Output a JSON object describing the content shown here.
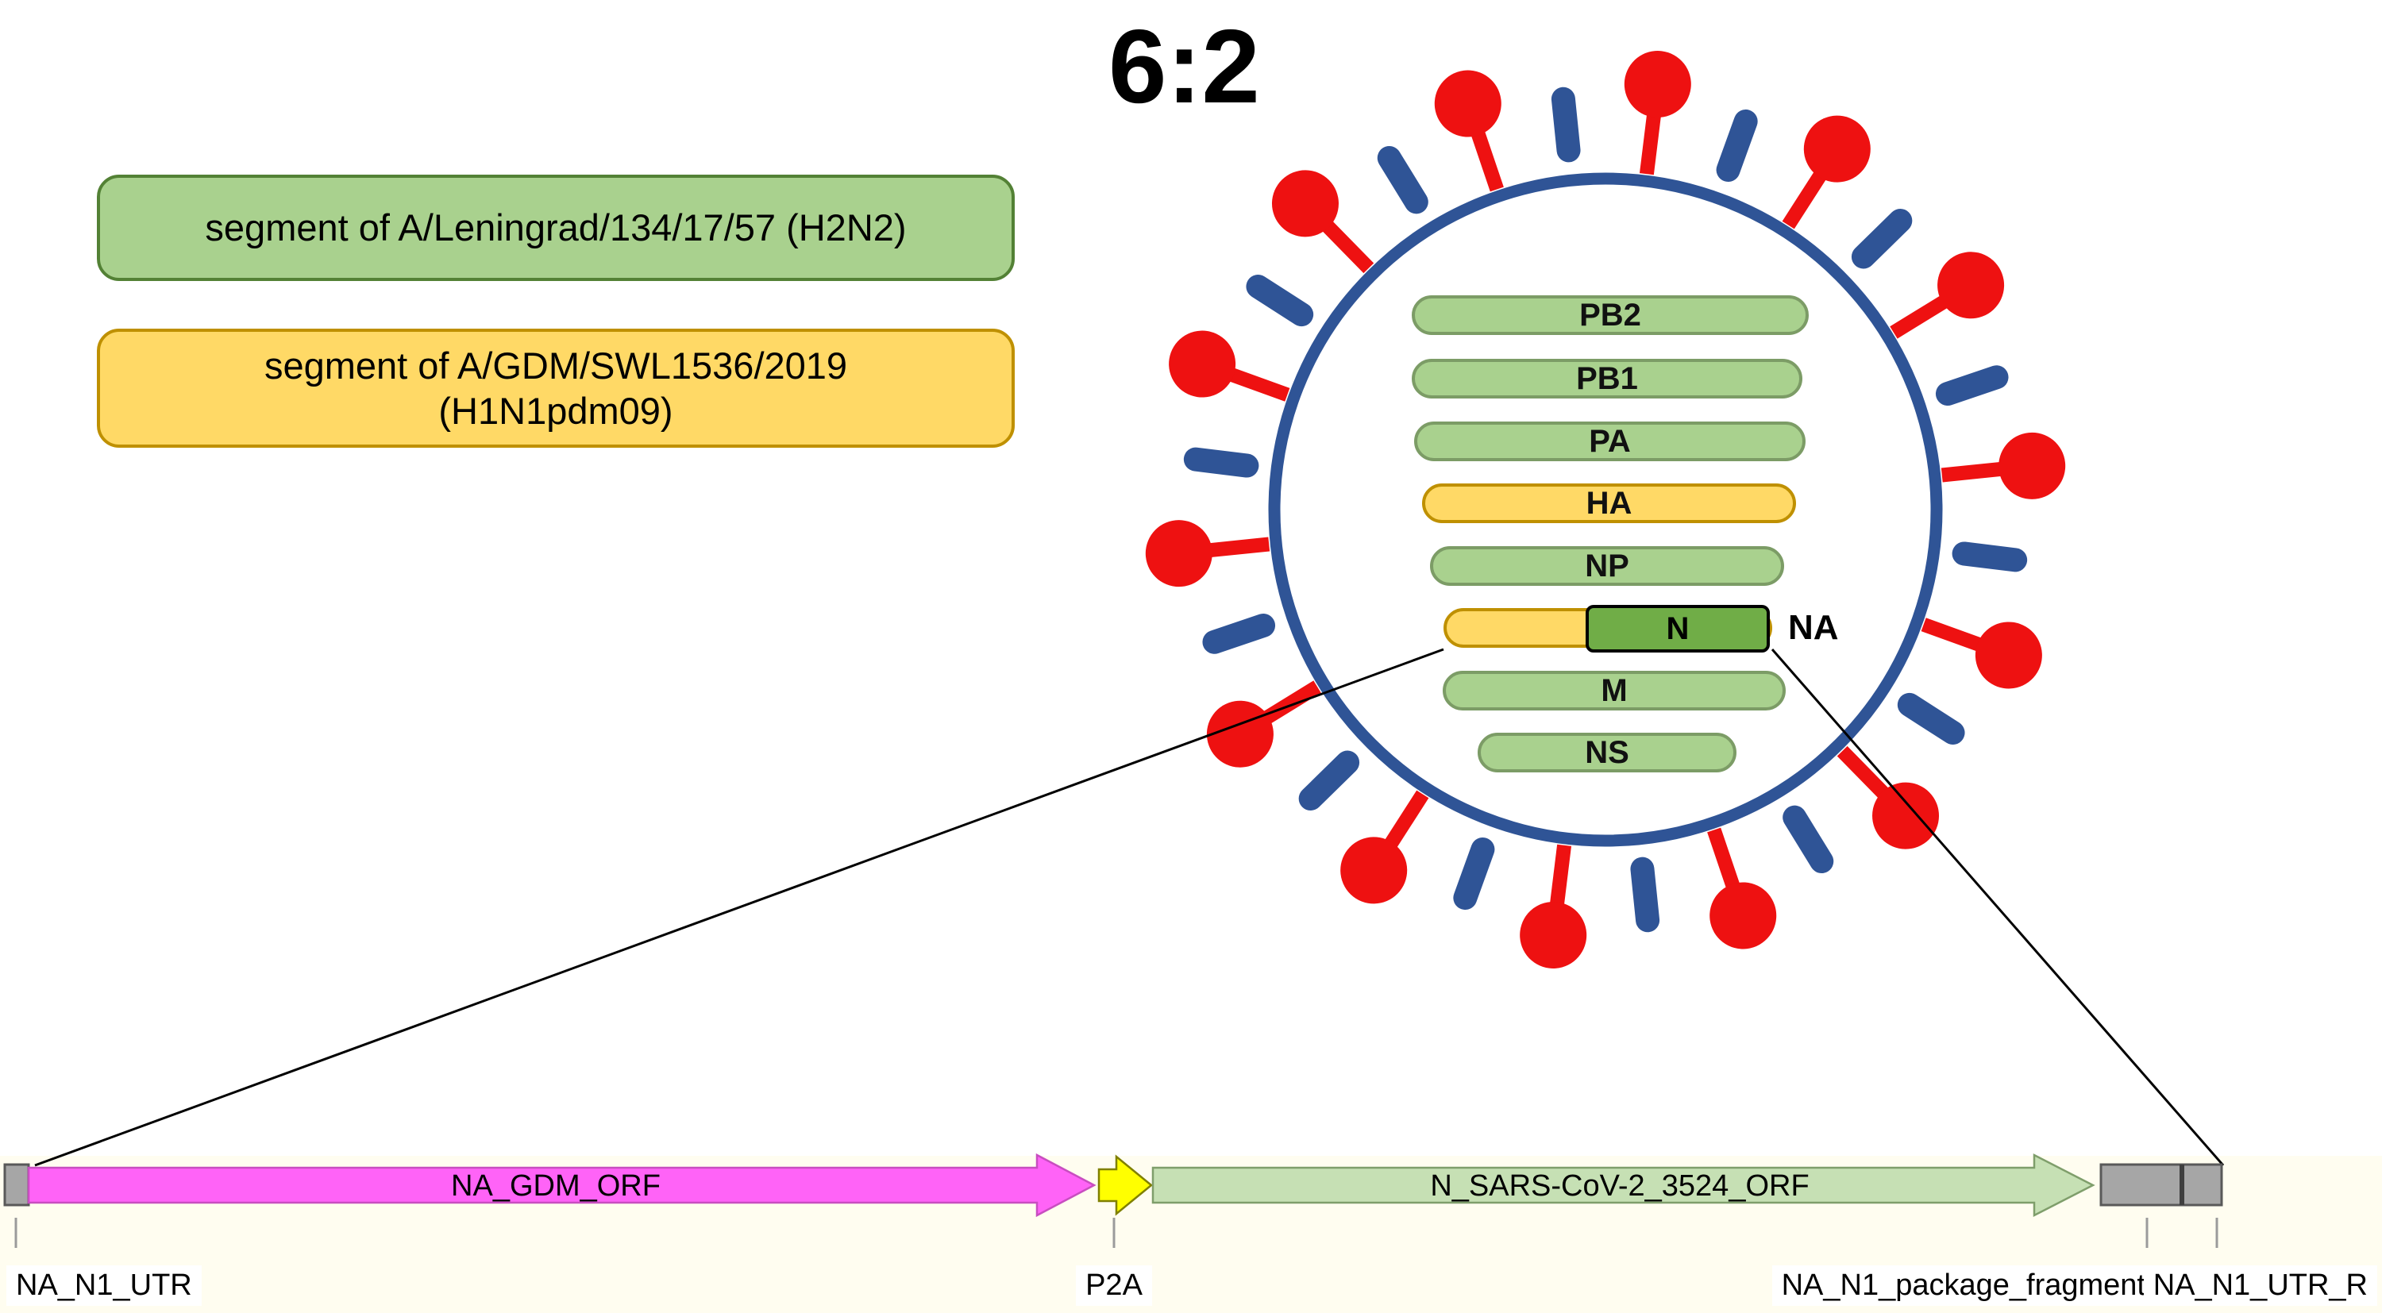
{
  "title": "6:2",
  "legend": {
    "h2n2": {
      "label": "segment of A/Leningrad/134/17/57 (H2N2)"
    },
    "h1n1": {
      "line1": "segment of A/GDM/SWL1536/2019",
      "line2": "(H1N1pdm09)"
    }
  },
  "virus": {
    "formula": "6:2",
    "segments": [
      {
        "label": "PB2",
        "source": "h2n2"
      },
      {
        "label": "PB1",
        "source": "h2n2"
      },
      {
        "label": "PA",
        "source": "h2n2"
      },
      {
        "label": "HA",
        "source": "h1n1"
      },
      {
        "label": "NP",
        "source": "h2n2"
      },
      {
        "label": "NA",
        "source": "h1n1",
        "insert": "N"
      },
      {
        "label": "M",
        "source": "h2n2"
      },
      {
        "label": "NS",
        "source": "h2n2"
      }
    ]
  },
  "construct": {
    "orf1": "NA_GDM_ORF",
    "orf2": "N_SARS-CoV-2_3524_ORF",
    "labels": {
      "left_utr": "NA_N1_UTR",
      "p2a": "P2A",
      "package_fragment": "NA_N1_package_fragment",
      "right_utr": "NA_N1_UTR_R"
    }
  },
  "colors": {
    "h2n2_fill": "#a9d18e",
    "h2n2_border": "#538135",
    "h1n1_fill": "#ffd966",
    "h1n1_border": "#bf9000",
    "capsid_blue": "#2f5496",
    "spike_red": "#ee1111",
    "insert_green": "#70ad47",
    "orf1_pink": "#ff63f7",
    "linker_yellow": "#ffff00",
    "orf2_green": "#c6e0b4",
    "utr_gray": "#a6a6a6"
  }
}
